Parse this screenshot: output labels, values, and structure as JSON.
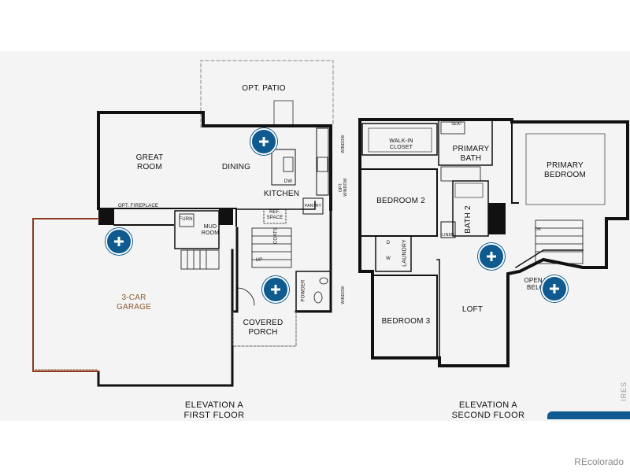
{
  "colors": {
    "wall": "#111111",
    "garage_wall": "#8a3a1f",
    "marker": "#0f5a8f",
    "background": "#f4f4f4",
    "watermark": "#8a8a8a"
  },
  "first_floor": {
    "caption": "ELEVATION A\nFIRST FLOOR",
    "rooms": {
      "opt_patio": "OPT. PATIO",
      "great_room": "GREAT\nROOM",
      "dining": "DINING",
      "kitchen": "KITCHEN",
      "dw": "DW",
      "pantry": "PANTRY",
      "opt_fireplace": "OPT. FIREPLACE",
      "ref_space": "REF.\nSPACE",
      "furn": "FURN.",
      "mud_room": "MUD\nROOM",
      "coats": "COATS",
      "garage": "3-CAR\nGARAGE",
      "powder": "POWDER",
      "covered_porch": "COVERED\nPORCH",
      "up": "UP"
    },
    "window_tags": [
      "WINDOW",
      "OPT. WINDOW",
      "WINDOW"
    ]
  },
  "second_floor": {
    "caption": "ELEVATION A\nSECOND FLOOR",
    "rooms": {
      "walk_in_closet": "WALK-IN\nCLOSET",
      "seat": "SEAT",
      "primary_bath": "PRIMARY\nBATH",
      "primary_bedroom": "PRIMARY\nBEDROOM",
      "bedroom_2": "BEDROOM 2",
      "bath_2": "BATH 2",
      "linen": "LINEN",
      "laundry": "LAUNDRY",
      "bedroom_3": "BEDROOM 3",
      "loft": "LOFT",
      "open_to_below": "OPEN TO\nBELOW",
      "dn": "DN",
      "d": "D",
      "w": "W"
    }
  },
  "markers": [
    {
      "id": "great-room",
      "icon": "plus-icon"
    },
    {
      "id": "garage",
      "icon": "plus-icon"
    },
    {
      "id": "entry",
      "icon": "plus-icon"
    },
    {
      "id": "loft",
      "icon": "plus-icon"
    },
    {
      "id": "open-to-below",
      "icon": "plus-icon"
    }
  ],
  "watermark": "REcolorado",
  "side_mark": "IRES"
}
